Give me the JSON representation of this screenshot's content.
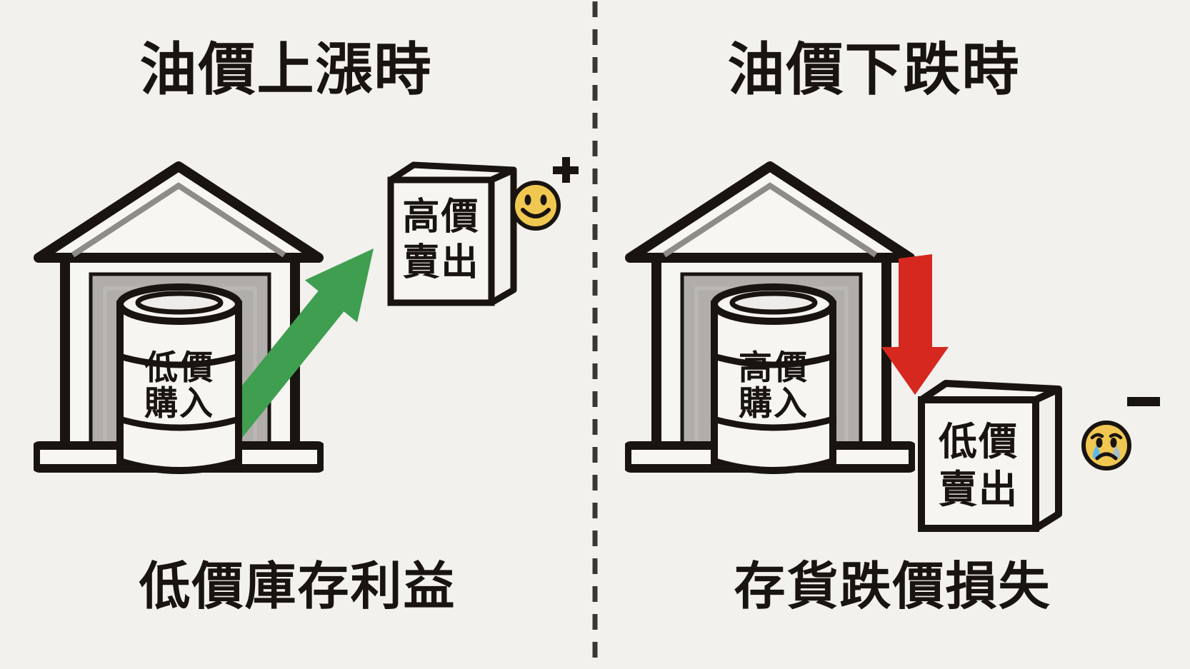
{
  "background_color": "#f2f1ee",
  "divider": {
    "icon": "vertical-dashed-divider",
    "color": "#3a3835"
  },
  "left_panel": {
    "title": "油價上漲時",
    "warehouse_icon": "warehouse-icon",
    "barrel": {
      "icon": "oil-barrel-icon",
      "label_line1": "低價",
      "label_line2": "購入"
    },
    "trend_arrow": {
      "icon": "up-right-arrow-icon",
      "color": "#3f9e50"
    },
    "sell_box": {
      "icon": "shipping-box-icon",
      "label_line1": "高價",
      "label_line2": "賣出"
    },
    "outcome": {
      "face_icon": "smiley-face-icon",
      "face_color": "#f0c851",
      "sign_icon": "plus-icon",
      "sign_glyph": "+"
    },
    "caption": "低價庫存利益"
  },
  "right_panel": {
    "title": "油價下跌時",
    "warehouse_icon": "warehouse-icon",
    "barrel": {
      "icon": "oil-barrel-icon",
      "label_line1": "高價",
      "label_line2": "購入"
    },
    "trend_arrow": {
      "icon": "down-arrow-icon",
      "color": "#d6281f"
    },
    "sell_box": {
      "icon": "shipping-box-icon",
      "label_line1": "低價",
      "label_line2": "賣出"
    },
    "outcome": {
      "face_icon": "crying-face-icon",
      "face_color": "#f0c851",
      "tear_color": "#5fb8ec",
      "sign_icon": "minus-icon",
      "sign_glyph": "−"
    },
    "caption": "存貨跌價損失"
  }
}
